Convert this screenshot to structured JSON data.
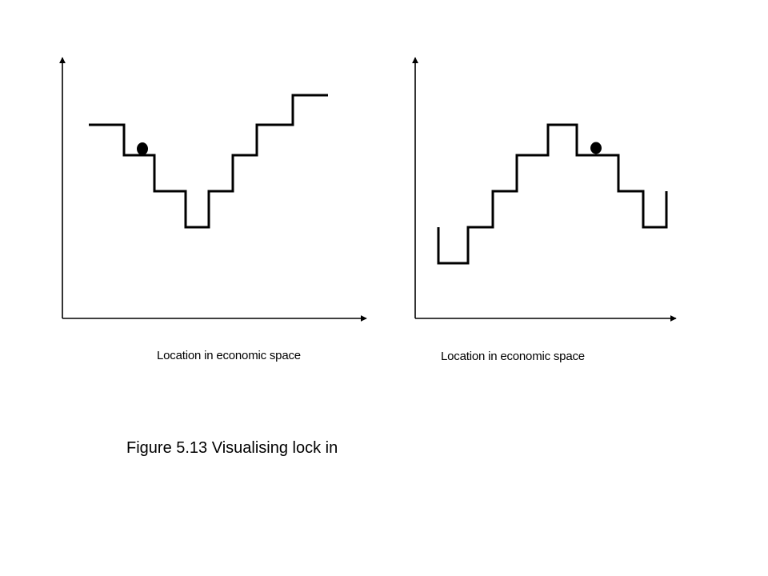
{
  "figure": {
    "caption": "Figure 5.13 Visualising lock in",
    "colors": {
      "line": "#000000",
      "background": "#ffffff"
    }
  },
  "panels": [
    {
      "id": "left",
      "xlabel": "Location in economic space",
      "landscape_shape": "valley (ball resting on a step above the valley floor)",
      "has_ball": true
    },
    {
      "id": "right",
      "xlabel": "Location in economic space",
      "landscape_shape": "hill (ball resting on a step beside the peak)",
      "has_ball": true
    }
  ]
}
